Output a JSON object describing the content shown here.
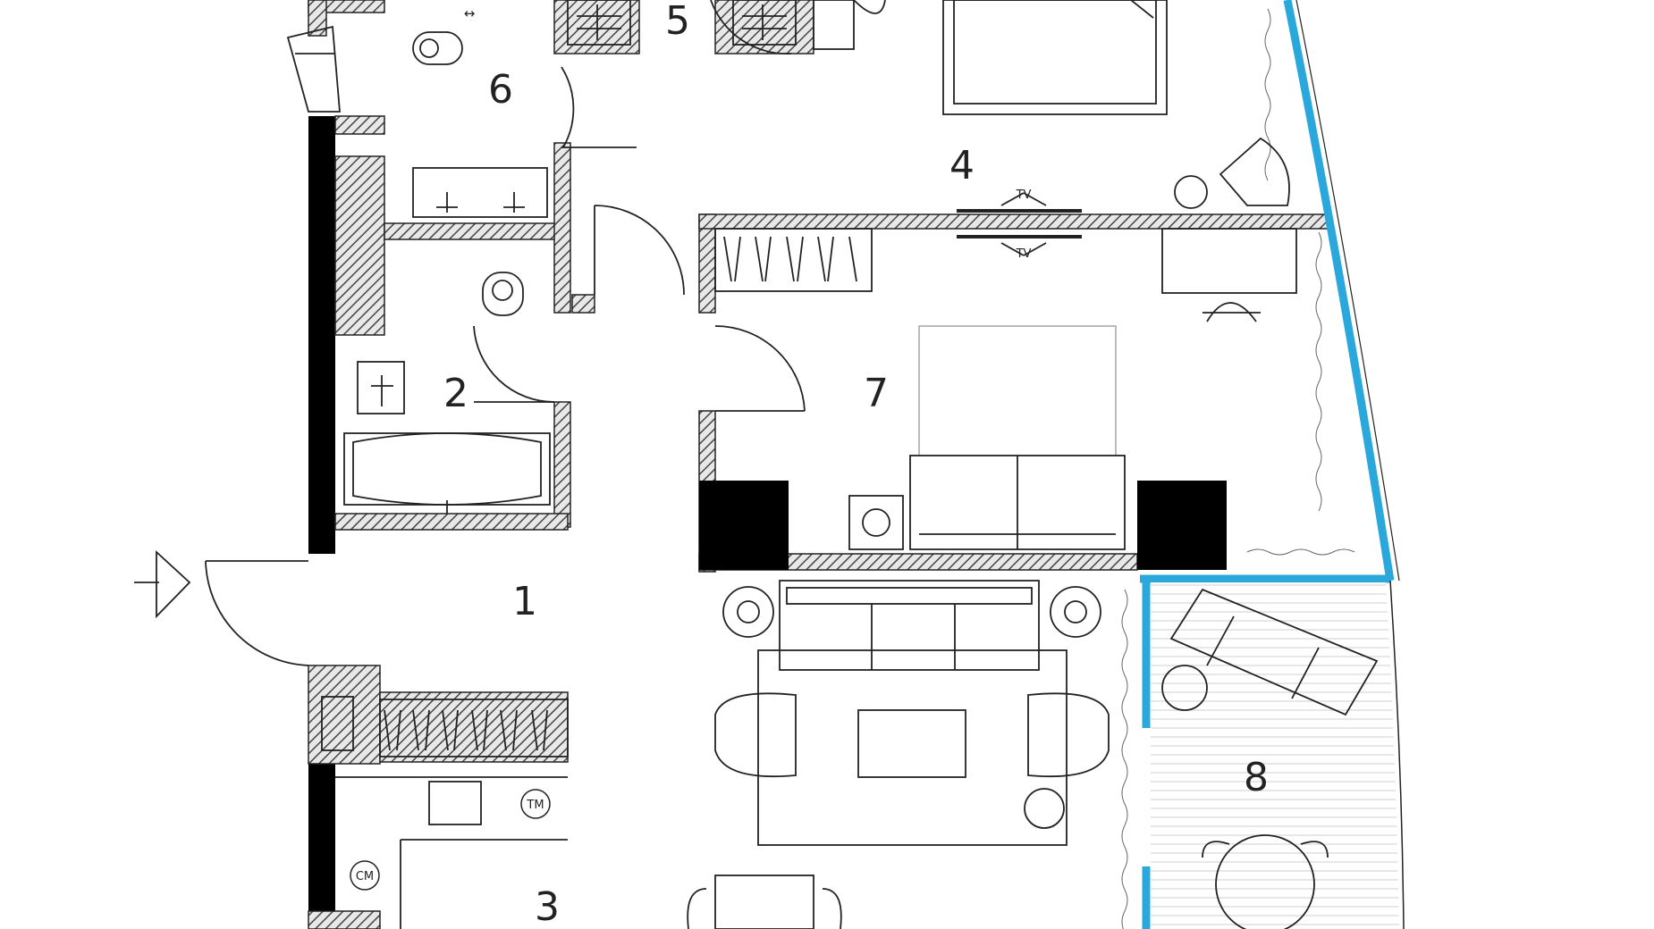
{
  "plan": {
    "rooms": [
      {
        "id": "1",
        "label": "1"
      },
      {
        "id": "2",
        "label": "2"
      },
      {
        "id": "3",
        "label": "3"
      },
      {
        "id": "4",
        "label": "4"
      },
      {
        "id": "5",
        "label": "5"
      },
      {
        "id": "6",
        "label": "6"
      },
      {
        "id": "7",
        "label": "7"
      },
      {
        "id": "8",
        "label": "8"
      }
    ],
    "fixtures": {
      "tv_top": "TV",
      "tv_bottom": "TV",
      "appliance_tm": "TM",
      "appliance_cm": "CM",
      "swap_arrow": "↔"
    },
    "colors": {
      "wall": "#000000",
      "hatch": "#555555",
      "glazing": "#2aa8dc",
      "line": "#222222"
    },
    "icons": {
      "entrance": "entrance-arrow-icon"
    }
  }
}
